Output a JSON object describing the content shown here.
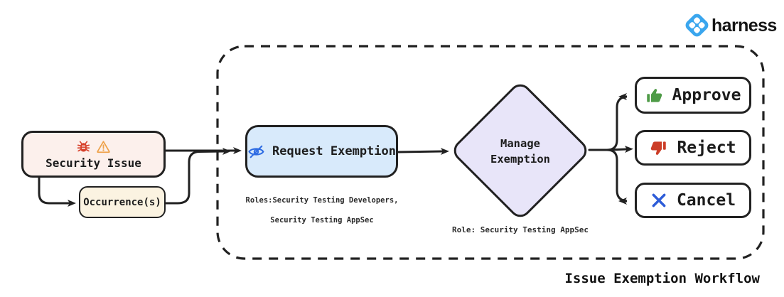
{
  "brand": {
    "name": "harness"
  },
  "diagram_title": "Issue Exemption Workflow",
  "nodes": {
    "security_issue": {
      "label": "Security Issue"
    },
    "occurrence": {
      "label": "Occurrence(s)"
    },
    "request_exemption": {
      "label": "Request Exemption",
      "roles_caption_line1": "Roles:Security Testing Developers,",
      "roles_caption_line2": "Security Testing AppSec"
    },
    "manage_exemption": {
      "label_line1": "Manage",
      "label_line2": "Exemption",
      "role_caption": "Role: Security Testing AppSec"
    },
    "approve": {
      "label": "Approve"
    },
    "reject": {
      "label": "Reject"
    },
    "cancel": {
      "label": "Cancel"
    }
  },
  "colors": {
    "ink": "#212121",
    "bug_red": "#d7402b",
    "warning_orange": "#eea24b",
    "eye_blue": "#2e6ce3",
    "approve_green": "#4e9b47",
    "reject_red": "#cc3d27",
    "cancel_blue": "#2d5cd8",
    "harness_blue": "#3aa6ee",
    "security_fill": "#fcf0ec",
    "occurrence_fill": "#fbf3e1",
    "request_fill": "#d8eafb",
    "diamond_fill": "#e8e5f9"
  }
}
